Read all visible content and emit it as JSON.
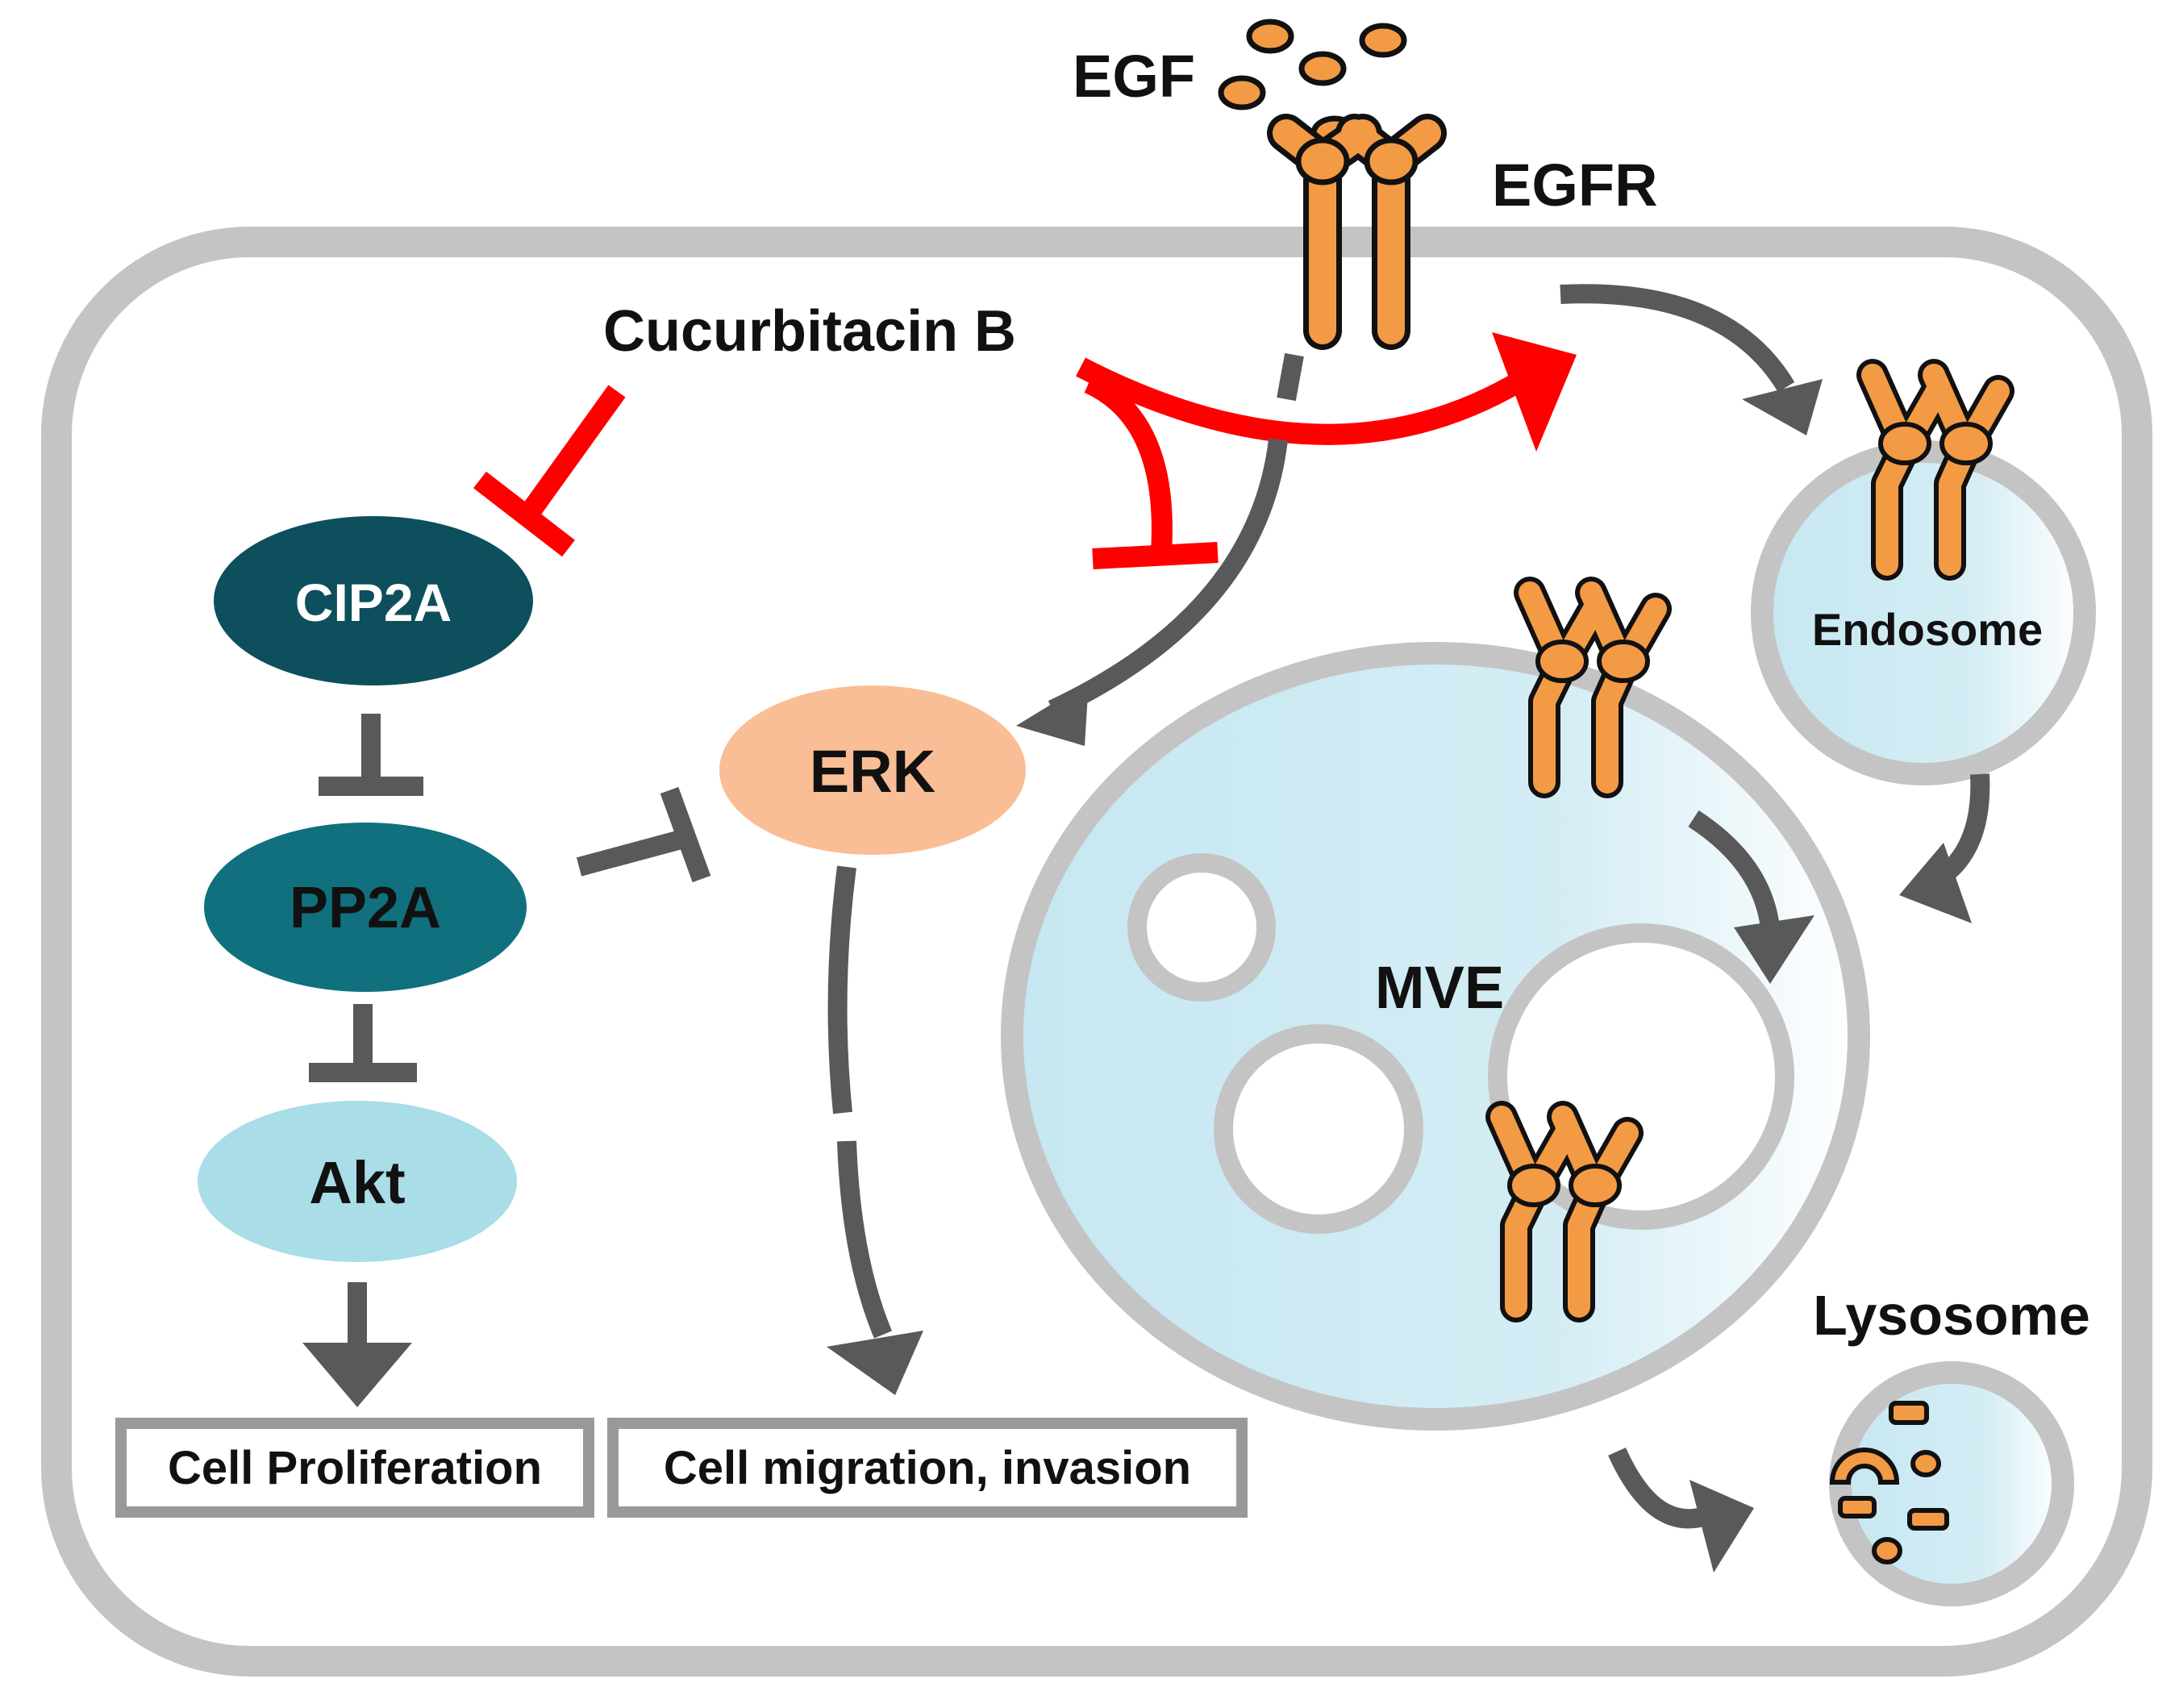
{
  "labels": {
    "egf": "EGF",
    "egfr": "EGFR",
    "drug": "Cucurbitacin B",
    "cip2a": "CIP2A",
    "pp2a": "PP2A",
    "akt": "Akt",
    "erk": "ERK",
    "endosome": "Endosome",
    "mve": "MVE",
    "lysosome": "Lysosome",
    "outcome_proliferation": "Cell Proliferation",
    "outcome_migration": "Cell migration, invasion"
  },
  "colors": {
    "membrane": "#c4c4c4",
    "arrow_gray": "#595959",
    "inhibit_red": "#ff0000",
    "cip2a_fill": "#0d4f5c",
    "pp2a_fill": "#10707e",
    "akt_fill": "#a9dde8",
    "erk_fill": "#f9be95",
    "receptor_orange": "#f39a45",
    "vesicle_fill": "#cfeaf2",
    "box_border": "#999999"
  },
  "icons": [
    "egf-ligand",
    "egfr-receptor-dimer",
    "inhibition-bar",
    "activation-arrow"
  ]
}
